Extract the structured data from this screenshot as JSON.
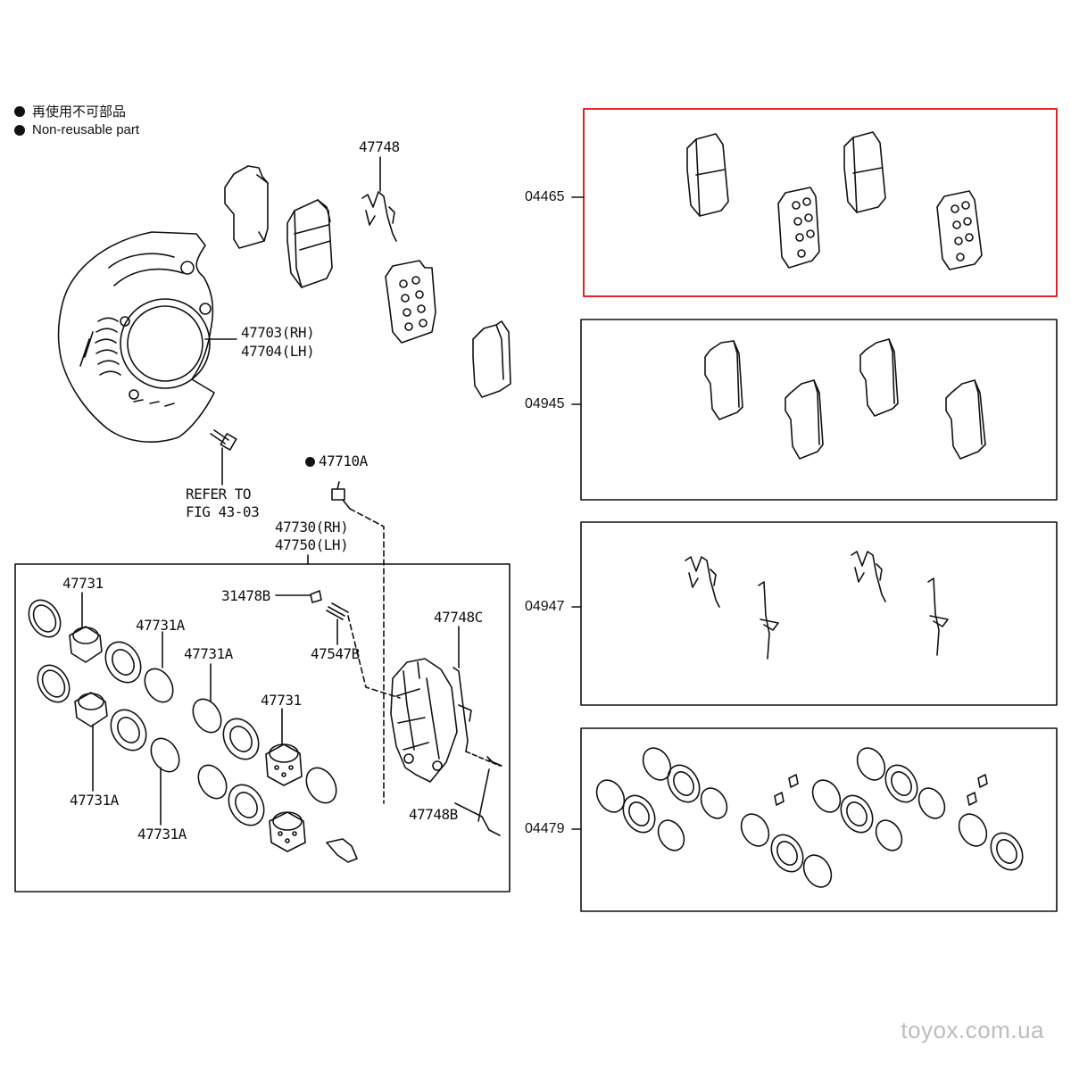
{
  "legend": {
    "jp": "再使用不可部品",
    "en": "Non-reusable part"
  },
  "parts": {
    "p47748": "47748",
    "p47703": "47703(RH)",
    "p47704": "47704(LH)",
    "refer1": "REFER TO",
    "refer2": "FIG 43-03",
    "p47710A": "47710A",
    "p47730": "47730(RH)",
    "p47750": "47750(LH)",
    "p47731_a": "47731",
    "p31478B": "31478B",
    "p47731A_a": "47731A",
    "p47731A_b": "47731A",
    "p47547B": "47547B",
    "p47748C": "47748C",
    "p47731_b": "47731",
    "p47731A_c": "47731A",
    "p47748B": "47748B",
    "p47731A_d": "47731A"
  },
  "kits": [
    {
      "code": "04465",
      "highlighted": true
    },
    {
      "code": "04945",
      "highlighted": false
    },
    {
      "code": "04947",
      "highlighted": false
    },
    {
      "code": "04479",
      "highlighted": false
    }
  ],
  "colors": {
    "highlight": "#e0262a",
    "line": "#111111",
    "watermark": "#bdbdbd"
  },
  "watermark": "toyox.com.ua"
}
